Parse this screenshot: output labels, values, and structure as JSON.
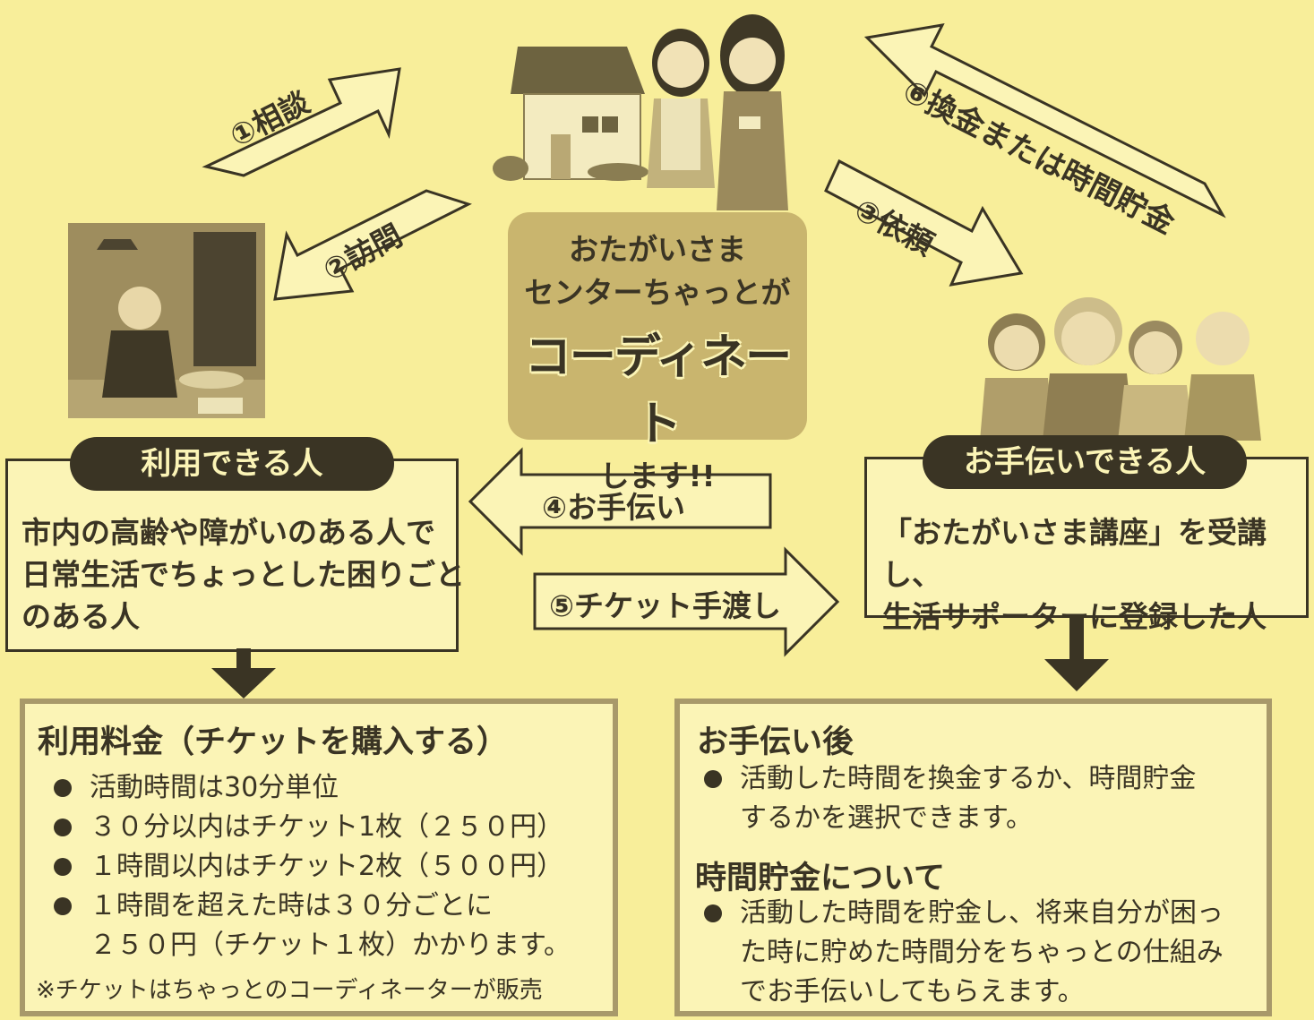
{
  "center": {
    "line1": "おたがいさま",
    "line2": "センターちゃっとが",
    "coordinate": "コーディネート",
    "line4": "します!!"
  },
  "arrows": {
    "a1": "①相談",
    "a2": "②訪問",
    "a3": "③依頼",
    "a4": "④お手伝い",
    "a5": "⑤チケット手渡し",
    "a6": "⑥換金または時間貯金"
  },
  "user_box": {
    "title": "利用できる人",
    "lines": [
      "市内の高齢や障がいのある人で",
      "日常生活でちょっとした困りごと",
      "のある人"
    ]
  },
  "helper_box": {
    "title": "お手伝いできる人",
    "lines": [
      "「おたがいさま講座」を受講し、",
      "生活サポーターに登録した人"
    ]
  },
  "fee_box": {
    "title": "利用料金（チケットを購入する）",
    "bullets": [
      "活動時間は30分単位",
      "３０分以内はチケット1枚（２５０円）",
      "１時間以内はチケット2枚（５００円）",
      "１時間を超えた時は３０分ごとに"
    ],
    "bullet4_cont": "２５０円（チケット１枚）かかります。",
    "note": "※チケットはちゃっとのコーディネーターが販売"
  },
  "after_box": {
    "title": "お手伝い後",
    "bullet1_l1": "活動した時間を換金するか、時間貯金",
    "bullet1_l2": "するかを選択できます。",
    "title2": "時間貯金について",
    "bullet2_l1": "活動した時間を貯金し、将来自分が困っ",
    "bullet2_l2": "た時に貯めた時間分をちゃっとの仕組み",
    "bullet2_l3": "でお手伝いしてもらえます。"
  },
  "colors": {
    "background": "#f8ee9a",
    "ink": "#3a3424",
    "panel": "#fbf4b6",
    "center_box": "#c9b56e",
    "info_border": "#a8996a"
  }
}
